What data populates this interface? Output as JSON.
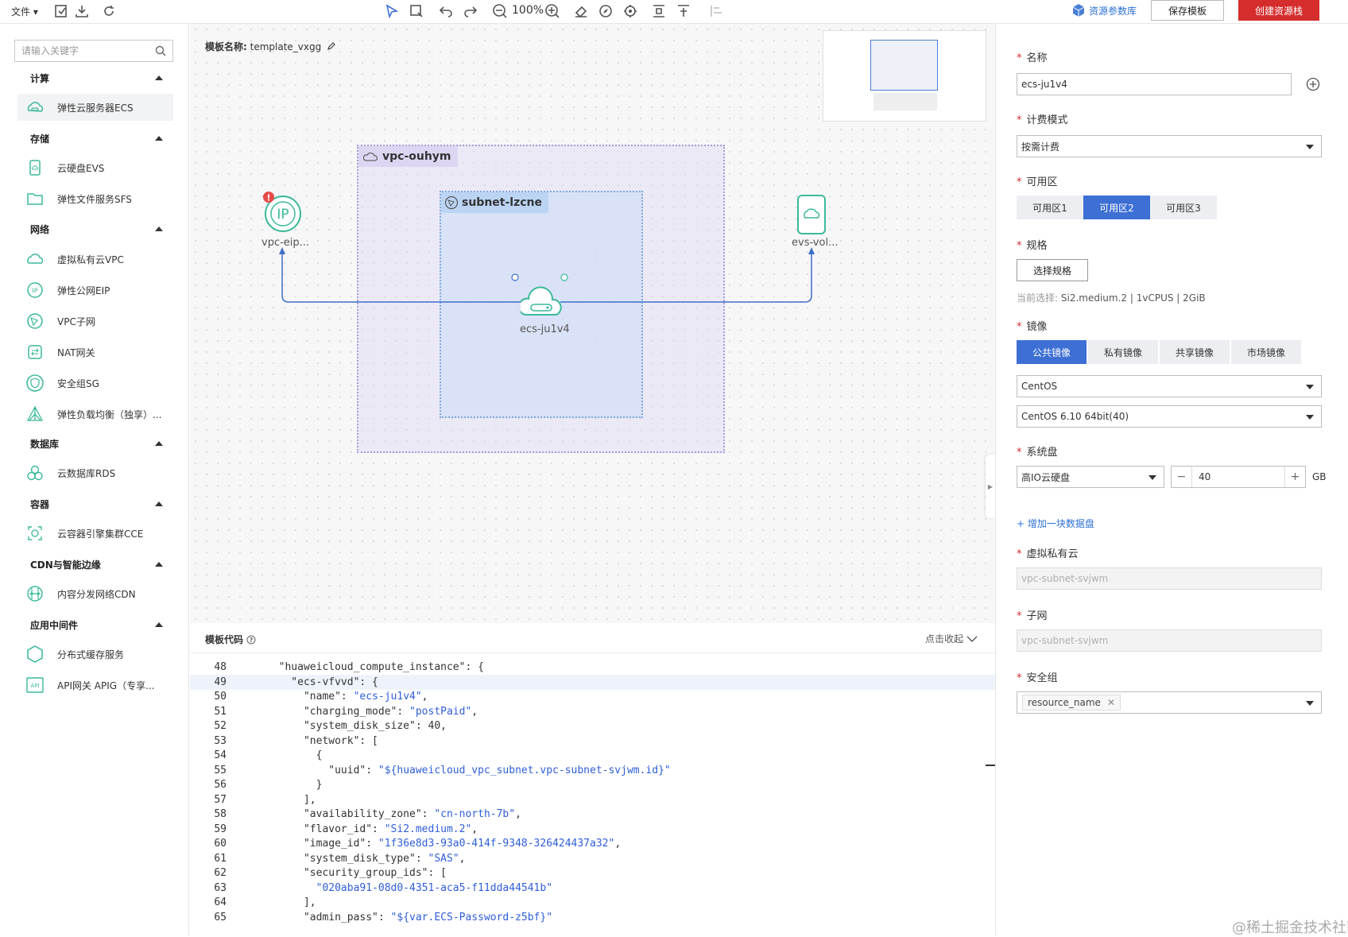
{
  "toolbar": {
    "file_menu": "文件",
    "zoom": "100%",
    "resource_library": "资源参数库",
    "save_template": "保存模板",
    "create_stack": "创建资源栈"
  },
  "sidebar": {
    "search_placeholder": "请输入关键字",
    "categories": [
      {
        "name": "计算",
        "items": [
          "弹性云服务器ECS"
        ]
      },
      {
        "name": "存储",
        "items": [
          "云硬盘EVS",
          "弹性文件服务SFS"
        ]
      },
      {
        "name": "网络",
        "items": [
          "虚拟私有云VPC",
          "弹性公网EIP",
          "VPC子网",
          "NAT网关",
          "安全组SG",
          "弹性负载均衡（独享）..."
        ]
      },
      {
        "name": "数据库",
        "items": [
          "云数据库RDS"
        ]
      },
      {
        "name": "容器",
        "items": [
          "云容器引擎集群CCE"
        ]
      },
      {
        "name": "CDN与智能边缘",
        "items": [
          "内容分发网络CDN"
        ]
      },
      {
        "name": "应用中间件",
        "items": [
          "分布式缓存服务",
          "API网关 APIG（专享..."
        ]
      }
    ]
  },
  "canvas": {
    "template_label": "模板名称:",
    "template_name": "template_vxgg",
    "vpc_name": "vpc-ouhym",
    "subnet_name": "subnet-lzcne",
    "eip_icon_text": "IP",
    "eip_label": "vpc-eip...",
    "evs_label": "evs-vol...",
    "ecs_label": "ecs-ju1v4",
    "warning_mark": "!"
  },
  "code_panel": {
    "title": "模板代码",
    "collapse": "点击收起",
    "lines": [
      {
        "n": "48",
        "t": "  \"huaweicloud_compute_instance\": {",
        "hl": false
      },
      {
        "n": "49",
        "t": "    \"ecs-vfvvd\": {",
        "hl": true
      },
      {
        "n": "50",
        "t": "      \"name\": \"ecs-ju1v4\",",
        "hl": false
      },
      {
        "n": "51",
        "t": "      \"charging_mode\": \"postPaid\",",
        "hl": false
      },
      {
        "n": "52",
        "t": "      \"system_disk_size\": 40,",
        "hl": false
      },
      {
        "n": "53",
        "t": "      \"network\": [",
        "hl": false
      },
      {
        "n": "54",
        "t": "        {",
        "hl": false
      },
      {
        "n": "55",
        "t": "          \"uuid\": \"${huaweicloud_vpc_subnet.vpc-subnet-svjwm.id}\"",
        "hl": false
      },
      {
        "n": "56",
        "t": "        }",
        "hl": false
      },
      {
        "n": "57",
        "t": "      ],",
        "hl": false
      },
      {
        "n": "58",
        "t": "      \"availability_zone\": \"cn-north-7b\",",
        "hl": false
      },
      {
        "n": "59",
        "t": "      \"flavor_id\": \"Si2.medium.2\",",
        "hl": false
      },
      {
        "n": "60",
        "t": "      \"image_id\": \"1f36e8d3-93a0-414f-9348-326424437a32\",",
        "hl": false
      },
      {
        "n": "61",
        "t": "      \"system_disk_type\": \"SAS\",",
        "hl": false
      },
      {
        "n": "62",
        "t": "      \"security_group_ids\": [",
        "hl": false
      },
      {
        "n": "63",
        "t": "        \"020aba91-08d0-4351-aca5-f11dda44541b\"",
        "hl": false
      },
      {
        "n": "64",
        "t": "      ],",
        "hl": false
      },
      {
        "n": "65",
        "t": "      \"admin_pass\": \"${var.ECS-Password-z5bf}\"",
        "hl": false
      }
    ]
  },
  "form": {
    "name_label": "名称",
    "name_value": "ecs-ju1v4",
    "billing_label": "计费模式",
    "billing_value": "按需计费",
    "az_label": "可用区",
    "az_options": [
      "可用区1",
      "可用区2",
      "可用区3"
    ],
    "az_selected": "可用区2",
    "spec_label": "规格",
    "spec_button": "选择规格",
    "spec_current_label": "当前选择:",
    "spec_current_value": "Si2.medium.2 | 1vCPUS | 2GiB",
    "image_label": "镜像",
    "image_tabs": [
      "公共镜像",
      "私有镜像",
      "共享镜像",
      "市场镜像"
    ],
    "image_tab_selected": "公共镜像",
    "os_value": "CentOS",
    "os_version_value": "CentOS 6.10 64bit(40)",
    "sysdisk_label": "系统盘",
    "sysdisk_type": "高IO云硬盘",
    "sysdisk_size": "40",
    "sysdisk_unit": "GB",
    "add_disk": "+ 增加一块数据盘",
    "vpc_label": "虚拟私有云",
    "vpc_value": "vpc-subnet-svjwm",
    "subnet_label": "子网",
    "subnet_value": "vpc-subnet-svjwm",
    "sg_label": "安全组",
    "sg_tag": "resource_name"
  },
  "watermark": "@稀土掘金技术社区",
  "colors": {
    "accent": "#3d6fd4",
    "danger": "#d52c2c",
    "node_green": "#3cb99a",
    "vpc_fill": "#ddd6f3",
    "subnet_fill": "#bcd4f4"
  }
}
